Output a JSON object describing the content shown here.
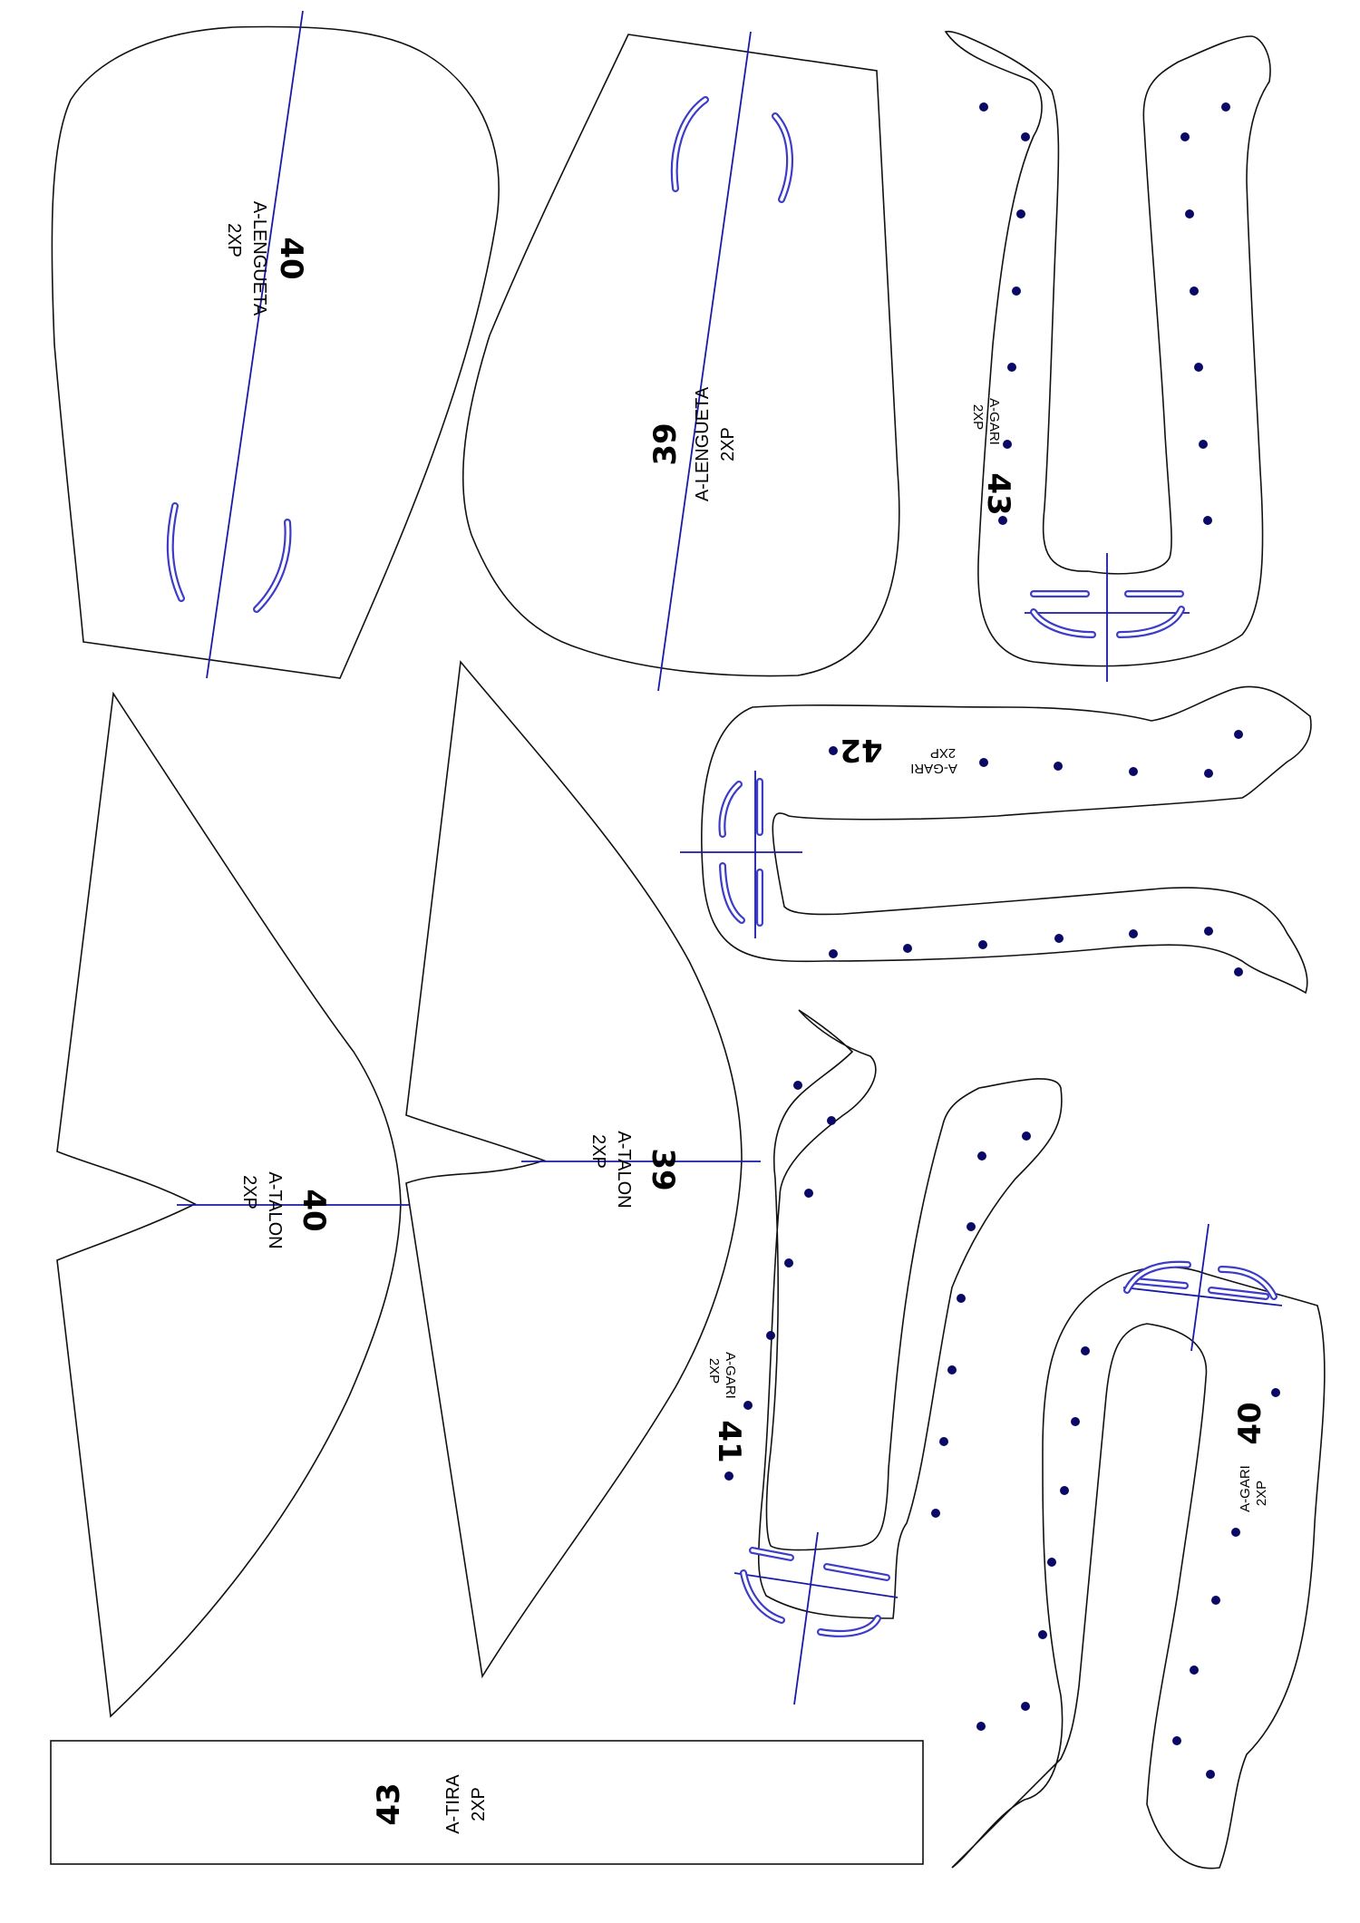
{
  "pieces": [
    {
      "id": "lengueta-40",
      "size": "40",
      "name": "A-LENGUETA",
      "qty": "2XP"
    },
    {
      "id": "lengueta-39",
      "size": "39",
      "name": "A-LENGUETA",
      "qty": "2XP"
    },
    {
      "id": "gari-43",
      "size": "43",
      "name": "A-GARI",
      "qty": "2XP"
    },
    {
      "id": "gari-42",
      "size": "42",
      "name": "A-GARI",
      "qty": "2XP"
    },
    {
      "id": "talon-40",
      "size": "40",
      "name": "A-TALON",
      "qty": "2XP"
    },
    {
      "id": "talon-39",
      "size": "39",
      "name": "A-TALON",
      "qty": "2XP"
    },
    {
      "id": "gari-41",
      "size": "41",
      "name": "A-GARI",
      "qty": "2XP"
    },
    {
      "id": "gari-40",
      "size": "40",
      "name": "A-GARI",
      "qty": "2XP"
    },
    {
      "id": "tira-43",
      "size": "43",
      "name": "A-TIRA",
      "qty": "2XP"
    }
  ],
  "colors": {
    "outline": "#111111",
    "grain_line": "#1a1aa8",
    "slot": "#3c3cc8",
    "punch_hole": "#0a0a66"
  }
}
